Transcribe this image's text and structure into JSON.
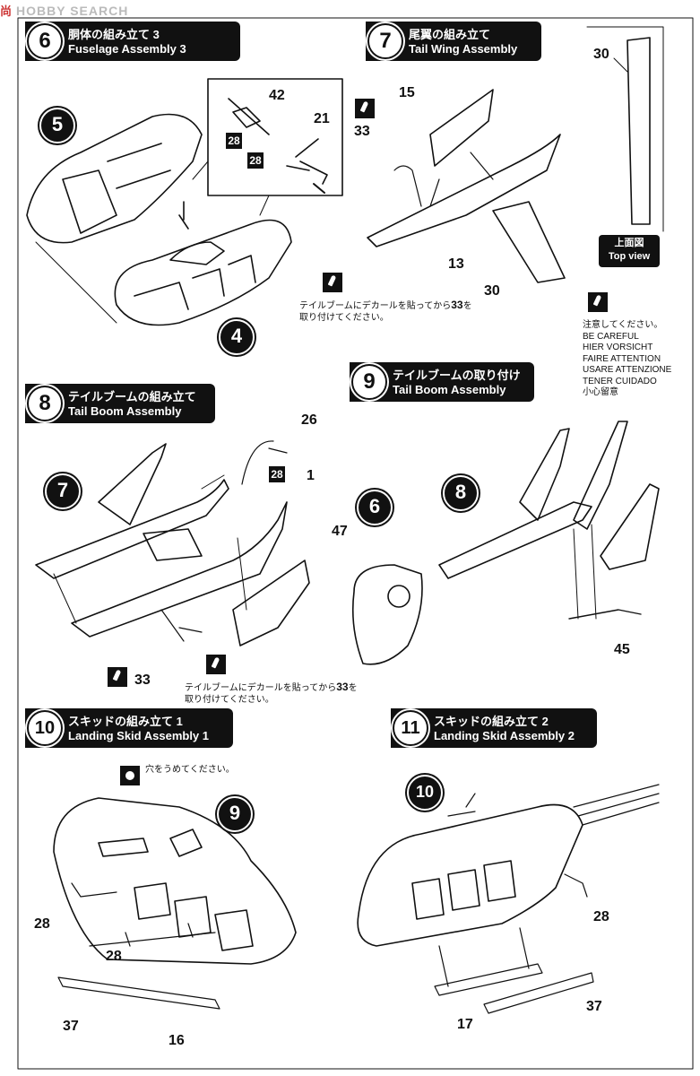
{
  "watermark": {
    "brand": "HOBBY SEARCH",
    "prefix": "尚"
  },
  "steps": [
    {
      "num": "6",
      "jp": "胴体の組み立て 3",
      "en": "Fuselage Assembly 3"
    },
    {
      "num": "7",
      "jp": "尾翼の組み立て",
      "en": "Tail Wing Assembly"
    },
    {
      "num": "8",
      "jp": "テイルブームの組み立て",
      "en": "Tail Boom Assembly"
    },
    {
      "num": "9",
      "jp": "テイルブームの取り付け",
      "en": "Tail Boom Assembly"
    },
    {
      "num": "10",
      "jp": "スキッドの組み立て 1",
      "en": "Landing Skid Assembly 1"
    },
    {
      "num": "11",
      "jp": "スキッドの組み立て 2",
      "en": "Landing Skid Assembly 2"
    }
  ],
  "subassemblies": [
    "5",
    "4",
    "7",
    "6",
    "8",
    "9",
    "10"
  ],
  "parts": {
    "p42": "42",
    "p21": "21",
    "p28a": "28",
    "p28b": "28",
    "p15": "15",
    "p33a": "33",
    "p13": "13",
    "p30a": "30",
    "p30b": "30",
    "p26": "26",
    "p28c": "28",
    "p1": "1",
    "p47": "47",
    "p33b": "33",
    "p45": "45",
    "p28d": "28",
    "p28e": "28",
    "p37a": "37",
    "p16": "16",
    "p28f": "28",
    "p37b": "37",
    "p17": "17"
  },
  "notes": {
    "decal1_line1": "テイルブームにデカールを貼ってから",
    "decal1_num": "33",
    "decal1_tail": "を",
    "decal1_line2": "取り付けてください。",
    "decal2_line1": "テイルブームにデカールを貼ってから",
    "decal2_num": "33",
    "decal2_tail": "を",
    "decal2_line2": "取り付けてください。",
    "hole": "穴をうめてください。"
  },
  "top_view": {
    "jp": "上面図",
    "en": "Top view"
  },
  "careful": [
    "注意してください。",
    "BE CAREFUL",
    "HIER VORSICHT",
    "FAIRE ATTENTION",
    "USARE ATTENZIONE",
    "TENER CUIDADO",
    "小心留意"
  ]
}
